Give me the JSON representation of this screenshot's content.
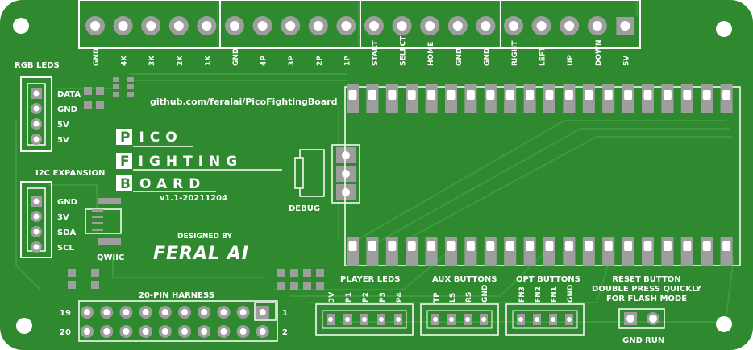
{
  "board_colors": {
    "pcb": "#2f8a2f",
    "pcb_dark": "#267a26",
    "trace": "#3fa03f",
    "silkscreen": "#ffffff",
    "pad": "#9e9e9e",
    "hole": "#ffffff"
  },
  "top_header": {
    "groups": [
      [
        "GND",
        "4K",
        "3K",
        "2K",
        "1K"
      ],
      [
        "GND",
        "4P",
        "3P",
        "2P",
        "1P"
      ],
      [
        "START",
        "SELECT",
        "HOME",
        "GND",
        "GND"
      ],
      [
        "RIGHT",
        "LEFT",
        "UP",
        "DOWN",
        "5V"
      ]
    ]
  },
  "rgb_leds": {
    "title": "RGB LEDS",
    "pins": [
      "DATA",
      "GND",
      "5V",
      "5V"
    ]
  },
  "i2c": {
    "title": "I2C EXPANSION",
    "pins": [
      "GND",
      "3V",
      "SDA",
      "SCL"
    ],
    "qwiic_label": "QWIIC"
  },
  "url": "github.com/feralai/PicoFightingBoard",
  "logo": {
    "words": [
      "PICO",
      "FIGHTING",
      "BOARD"
    ],
    "version": "v1.1-20211204"
  },
  "debug_label": "DEBUG",
  "designed_by": {
    "label": "DESIGNED BY",
    "name": "FERAL AI"
  },
  "harness": {
    "title": "20-PIN HARNESS",
    "left_numbers": [
      "19",
      "20"
    ],
    "right_numbers": [
      "1",
      "2"
    ]
  },
  "player_leds": {
    "title": "PLAYER LEDS",
    "pins": [
      "3V",
      "P1",
      "P2",
      "P3",
      "P4"
    ]
  },
  "aux_buttons": {
    "title": "AUX BUTTONS",
    "pins": [
      "TP",
      "LS",
      "RS",
      "GND"
    ]
  },
  "opt_buttons": {
    "title": "OPT BUTTONS",
    "pins": [
      "FN3",
      "FN2",
      "FN1",
      "GND"
    ]
  },
  "reset": {
    "lines": [
      "RESET BUTTON",
      "DOUBLE PRESS QUICKLY",
      "FOR FLASH MODE"
    ],
    "pins": [
      "GND",
      "RUN"
    ]
  }
}
